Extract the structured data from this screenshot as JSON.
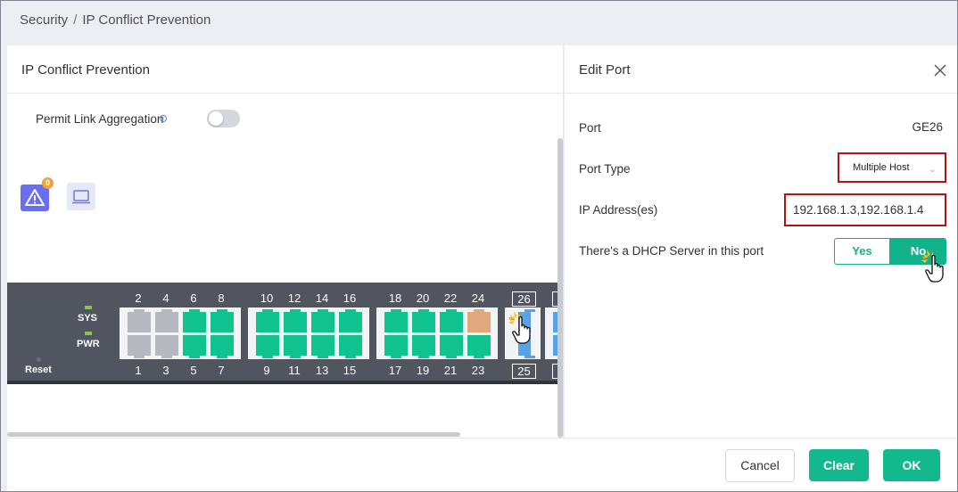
{
  "breadcrumb": {
    "parent": "Security",
    "separator": "/",
    "current": "IP Conflict Prevention"
  },
  "left_panel": {
    "title": "IP Conflict Prevention",
    "permit_link_aggregation": {
      "label": "Permit Link Aggregation",
      "enabled": false
    },
    "alerts": {
      "warning_count": "0",
      "warning_icon": "warning-triangle-icon",
      "monitor_icon": "monitor-icon"
    }
  },
  "switch": {
    "sys_label": "SYS",
    "pwr_label": "PWR",
    "reset_label": "Reset",
    "top_numbers": [
      "2",
      "4",
      "6",
      "8",
      "10",
      "12",
      "14",
      "16",
      "18",
      "20",
      "22",
      "24"
    ],
    "bottom_numbers": [
      "1",
      "3",
      "5",
      "7",
      "9",
      "11",
      "13",
      "15",
      "17",
      "19",
      "21",
      "23"
    ],
    "sfp_top": "26",
    "sfp_bottom": "25"
  },
  "edit_port": {
    "title": "Edit Port",
    "port_label": "Port",
    "port_value": "GE26",
    "port_type_label": "Port Type",
    "port_type_value": "Multiple Host",
    "ip_label": "IP Address(es)",
    "ip_value": "192.168.1.3,192.168.1.4",
    "dhcp_label": "There's a DHCP Server in this port",
    "dhcp_yes": "Yes",
    "dhcp_no": "No",
    "dhcp_selected": "No"
  },
  "footer": {
    "cancel": "Cancel",
    "clear": "Clear",
    "ok": "OK"
  },
  "colors": {
    "accent": "#12b88e",
    "highlight_border": "#b01515",
    "warning": "#6a6ff0",
    "badge": "#f7a12f"
  }
}
